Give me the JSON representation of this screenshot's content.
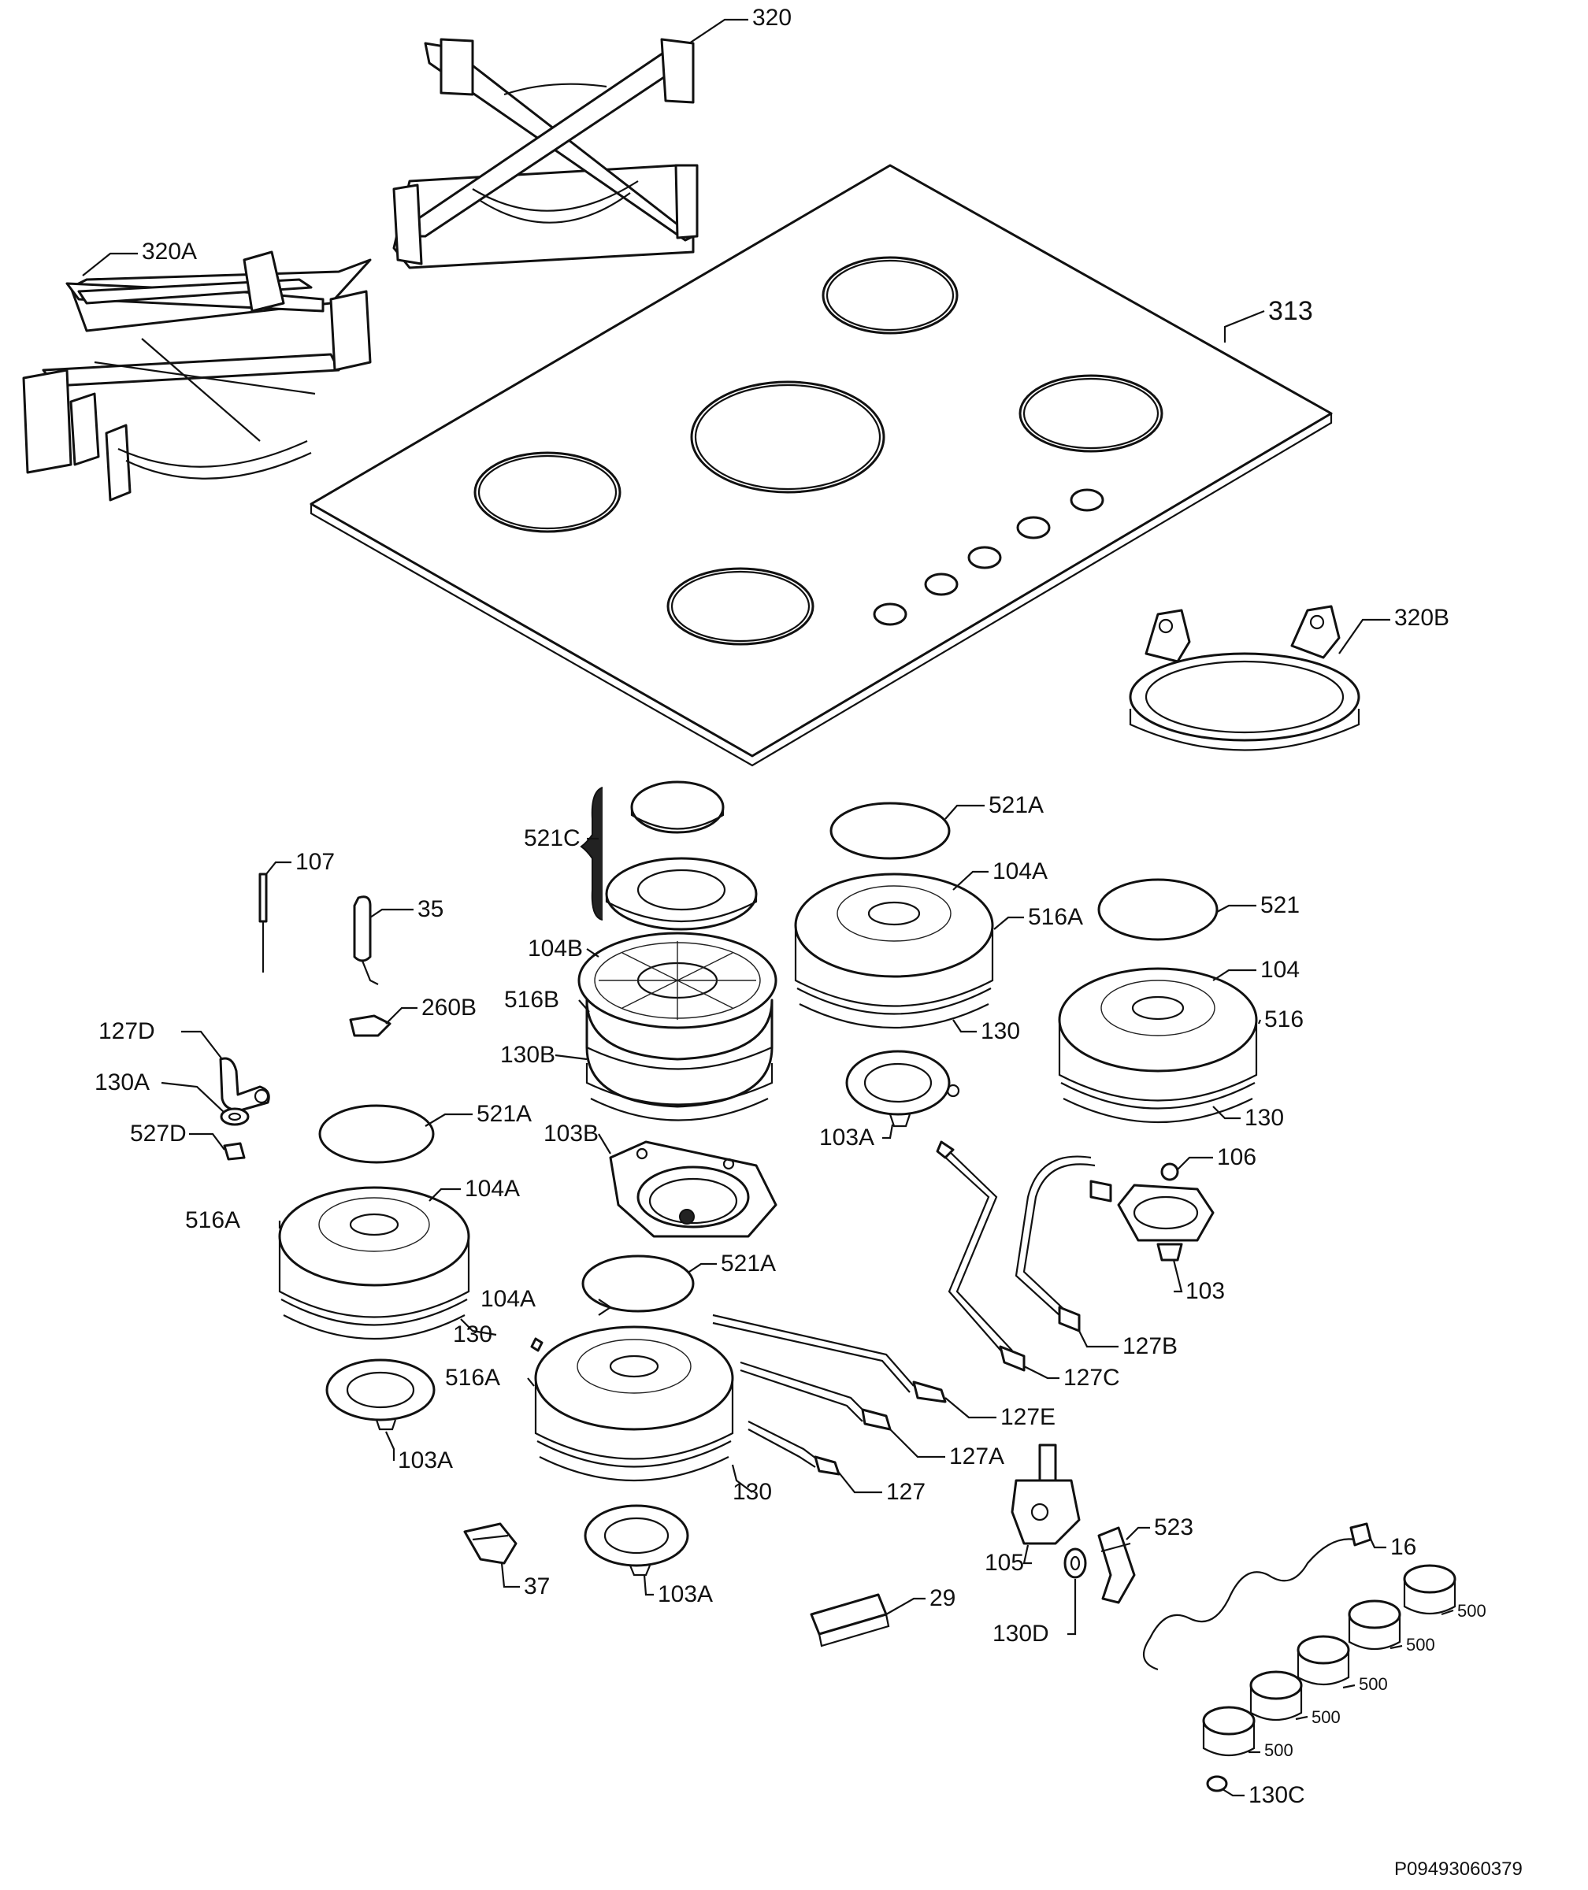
{
  "labels": {
    "l320": "320",
    "l320A": "320A",
    "l313": "313",
    "l320B": "320B",
    "l521C": "521C",
    "l521A_1": "521A",
    "l104A_1": "104A",
    "l516A_1": "516A",
    "l107": "107",
    "l35": "35",
    "l104B": "104B",
    "l516B": "516B",
    "l260B": "260B",
    "l130_1": "130",
    "l521": "521",
    "l104": "104",
    "l516": "516",
    "l127D": "127D",
    "l130B": "130B",
    "l130A": "130A",
    "l521A_2": "521A",
    "l130_2": "130",
    "l527D": "527D",
    "l103B": "103B",
    "l103A_1": "103A",
    "l106": "106",
    "l104A_2": "104A",
    "l516A_2": "516A",
    "l521A_3": "521A",
    "l103": "103",
    "l104A_3": "104A",
    "l130_3": "130",
    "l127B": "127B",
    "l516A_3": "516A",
    "l127C": "127C",
    "l127E": "127E",
    "l103A_2": "103A",
    "l127A": "127A",
    "l130_4": "130",
    "l127": "127",
    "l523": "523",
    "l16": "16",
    "l105": "105",
    "l37": "37",
    "l103A_3": "103A",
    "l500_1": "500",
    "l29": "29",
    "l500_2": "500",
    "l130D": "130D",
    "l500_3": "500",
    "l500_4": "500",
    "l500_5": "500",
    "l130C": "130C"
  },
  "drawing_code": "P09493060379"
}
